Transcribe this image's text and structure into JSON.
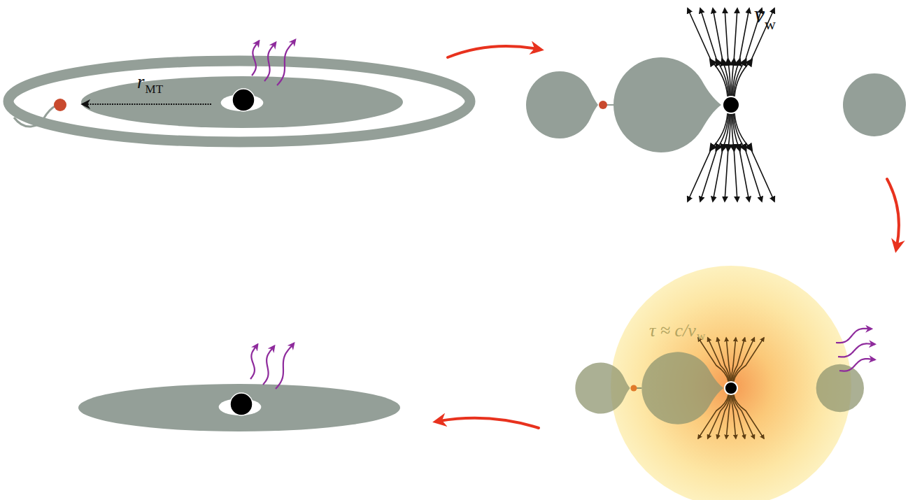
{
  "diagram": {
    "labels": [
      "r",
      "MT",
      "v",
      "w",
      "τ ≈ c/v",
      "w"
    ]
  }
}
